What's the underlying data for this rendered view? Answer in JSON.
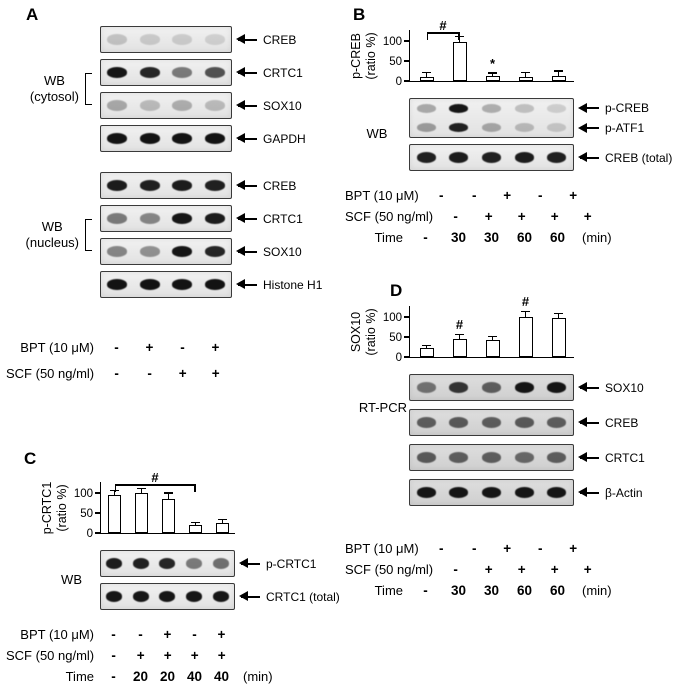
{
  "colors": {
    "background": "#ffffff",
    "band": "#0b0b0b",
    "blot_background": "#ececec",
    "pcr_blot_background": "#d6d6d6",
    "bar_fill": "#ffffff",
    "axis": "#000000"
  },
  "panel_a": {
    "label": "A",
    "groups": [
      {
        "name_line1": "WB",
        "name_line2": "(cytosol)",
        "blots": [
          {
            "target": "CREB",
            "bands": [
              0.18,
              0.15,
              0.14,
              0.12
            ]
          },
          {
            "target": "CRTC1",
            "bands": [
              0.95,
              0.88,
              0.5,
              0.68
            ]
          },
          {
            "target": "SOX10",
            "bands": [
              0.3,
              0.22,
              0.28,
              0.22
            ]
          },
          {
            "target": "GAPDH",
            "bands": [
              0.96,
              0.96,
              0.96,
              0.96
            ]
          }
        ]
      },
      {
        "name_line1": "WB",
        "name_line2": "(nucleus)",
        "blots": [
          {
            "target": "CREB",
            "bands": [
              0.92,
              0.9,
              0.92,
              0.9
            ]
          },
          {
            "target": "CRTC1",
            "bands": [
              0.5,
              0.45,
              0.95,
              0.92
            ]
          },
          {
            "target": "SOX10",
            "bands": [
              0.45,
              0.4,
              0.95,
              0.88
            ]
          },
          {
            "target": "Histone H1",
            "bands": [
              0.96,
              0.96,
              0.96,
              0.96
            ]
          }
        ]
      }
    ],
    "conditions": [
      {
        "label": "BPT (10 μM)",
        "values": [
          "-",
          "+",
          "-",
          "+"
        ]
      },
      {
        "label": "SCF (50 ng/ml)",
        "values": [
          "-",
          "-",
          "+",
          "+"
        ]
      }
    ]
  },
  "panel_b": {
    "label": "B",
    "wb_label": "WB",
    "double_blot": {
      "rows": [
        {
          "target": "p-CREB",
          "bands": [
            0.3,
            0.95,
            0.28,
            0.2,
            0.14
          ]
        },
        {
          "target": "p-ATF1",
          "bands": [
            0.35,
            0.9,
            0.3,
            0.22,
            0.16
          ]
        }
      ]
    },
    "total_blot": {
      "target": "CREB (total)",
      "bands": [
        0.9,
        0.92,
        0.9,
        0.92,
        0.9
      ]
    },
    "conditions": [
      {
        "label": "BPT (10 μM)",
        "values": [
          "-",
          "-",
          "+",
          "-",
          "+"
        ]
      },
      {
        "label": "SCF (50 ng/ml)",
        "values": [
          "-",
          "+",
          "+",
          "+",
          "+"
        ]
      },
      {
        "label": "Time",
        "values": [
          "-",
          "30",
          "30",
          "60",
          "60"
        ],
        "suffix": "(min)"
      }
    ]
  },
  "panel_c": {
    "label": "C",
    "wb_label": "WB",
    "blots": [
      {
        "target": "p-CRTC1",
        "bands": [
          0.92,
          0.9,
          0.88,
          0.5,
          0.55
        ]
      },
      {
        "target": "CRTC1 (total)",
        "bands": [
          0.95,
          0.95,
          0.95,
          0.95,
          0.95
        ]
      }
    ],
    "conditions": [
      {
        "label": "BPT (10 μM)",
        "values": [
          "-",
          "-",
          "+",
          "-",
          "+"
        ]
      },
      {
        "label": "SCF (50 ng/ml)",
        "values": [
          "-",
          "+",
          "+",
          "+",
          "+"
        ]
      },
      {
        "label": "Time",
        "values": [
          "-",
          "20",
          "20",
          "40",
          "40"
        ],
        "suffix": "(min)"
      }
    ]
  },
  "panel_d": {
    "label": "D",
    "method_label": "RT-PCR",
    "blots": [
      {
        "target": "SOX10",
        "bands": [
          0.5,
          0.8,
          0.6,
          0.95,
          0.95
        ]
      },
      {
        "target": "CREB",
        "bands": [
          0.6,
          0.62,
          0.6,
          0.62,
          0.6
        ]
      },
      {
        "target": "CRTC1",
        "bands": [
          0.62,
          0.6,
          0.6,
          0.55,
          0.6
        ]
      },
      {
        "target": "β-Actin",
        "bands": [
          0.95,
          0.95,
          0.95,
          0.95,
          0.95
        ]
      }
    ],
    "conditions": [
      {
        "label": "BPT (10 μM)",
        "values": [
          "-",
          "-",
          "+",
          "-",
          "+"
        ]
      },
      {
        "label": "SCF (50 ng/ml)",
        "values": [
          "-",
          "+",
          "+",
          "+",
          "+"
        ]
      },
      {
        "label": "Time",
        "values": [
          "-",
          "30",
          "30",
          "60",
          "60"
        ],
        "suffix": "(min)"
      }
    ]
  },
  "chart_data": [
    {
      "panel": "B",
      "type": "bar",
      "ylabel": "p-CREB (ratio %)",
      "ylabel_line1": "p-CREB",
      "ylabel_line2": "(ratio %)",
      "ticks": [
        0,
        50,
        100
      ],
      "ylim": [
        0,
        130
      ],
      "values": [
        10,
        97,
        12,
        10,
        13
      ],
      "errors": [
        10,
        13,
        6,
        10,
        10
      ],
      "annotations": [
        {
          "type": "bracket",
          "from": 0,
          "to": 1,
          "symbol": "#",
          "y": 118
        },
        {
          "type": "symbol",
          "bar": 2,
          "symbol": "*"
        }
      ]
    },
    {
      "panel": "C",
      "type": "bar",
      "ylabel": "p-CRTC1 (ratio %)",
      "ylabel_line1": "p-CRTC1",
      "ylabel_line2": "(ratio %)",
      "ticks": [
        0,
        50,
        100
      ],
      "ylim": [
        0,
        130
      ],
      "values": [
        95,
        100,
        85,
        20,
        25
      ],
      "errors": [
        10,
        10,
        13,
        5,
        7
      ],
      "annotations": [
        {
          "type": "bracket",
          "from": 0,
          "to": 3,
          "symbol": "#",
          "y": 118
        }
      ]
    },
    {
      "panel": "D",
      "type": "bar",
      "ylabel": "SOX10 (ratio %)",
      "ylabel_line1": "SOX10",
      "ylabel_line2": "(ratio %)",
      "ticks": [
        0,
        50,
        100
      ],
      "ylim": [
        0,
        130
      ],
      "values": [
        22,
        45,
        42,
        100,
        97
      ],
      "errors": [
        5,
        10,
        8,
        12,
        10
      ],
      "annotations": [
        {
          "type": "symbol",
          "bar": 1,
          "symbol": "#"
        },
        {
          "type": "symbol",
          "bar": 3,
          "symbol": "#"
        }
      ]
    }
  ]
}
